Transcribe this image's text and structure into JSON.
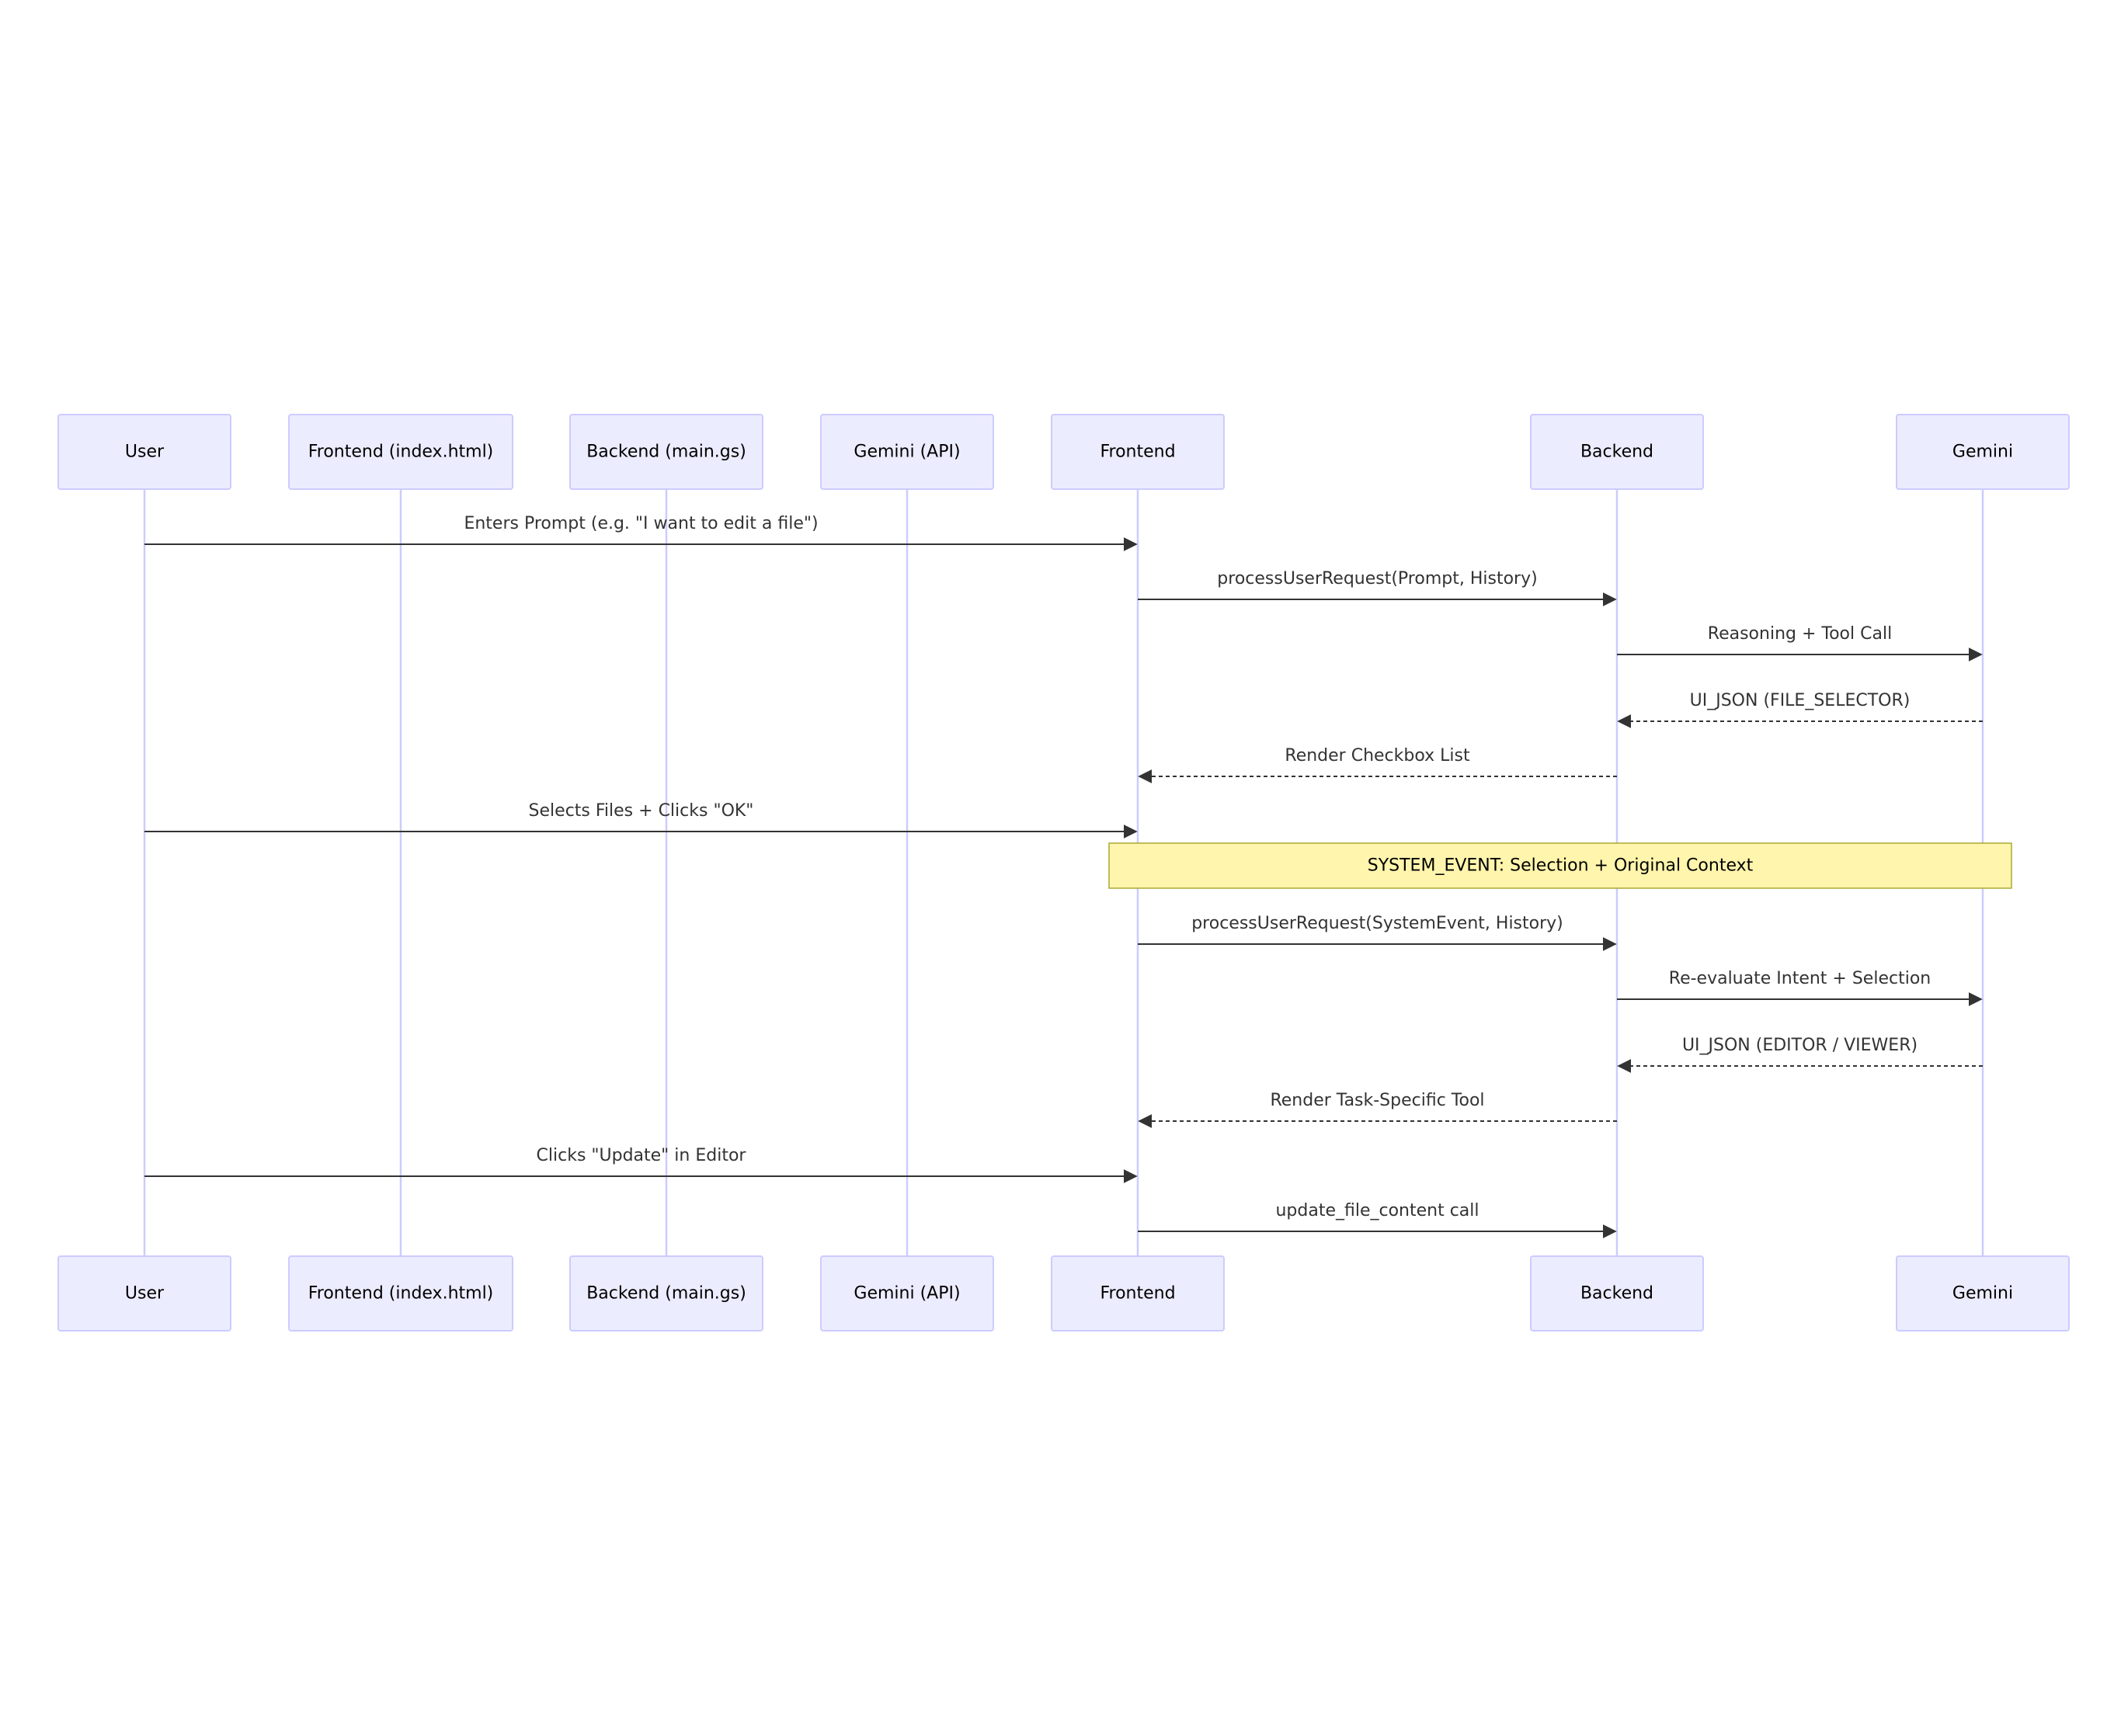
{
  "participants": [
    {
      "id": "user",
      "label": "User"
    },
    {
      "id": "frontend_index",
      "label": "Frontend (index.html)"
    },
    {
      "id": "backend_main",
      "label": "Backend (main.gs)"
    },
    {
      "id": "gemini_api",
      "label": "Gemini (API)"
    },
    {
      "id": "frontend",
      "label": "Frontend"
    },
    {
      "id": "backend",
      "label": "Backend"
    },
    {
      "id": "gemini",
      "label": "Gemini"
    }
  ],
  "messages": [
    {
      "from": "user",
      "to": "frontend",
      "text": "Enters Prompt (e.g. \"I want to edit a file\")",
      "style": "solid"
    },
    {
      "from": "frontend",
      "to": "backend",
      "text": "processUserRequest(Prompt, History)",
      "style": "solid"
    },
    {
      "from": "backend",
      "to": "gemini",
      "text": "Reasoning + Tool Call",
      "style": "solid"
    },
    {
      "from": "gemini",
      "to": "backend",
      "text": "UI_JSON (FILE_SELECTOR)",
      "style": "dashed"
    },
    {
      "from": "backend",
      "to": "frontend",
      "text": "Render Checkbox List",
      "style": "dashed"
    },
    {
      "from": "user",
      "to": "frontend",
      "text": "Selects Files + Clicks \"OK\"",
      "style": "solid"
    },
    {
      "type": "note",
      "over": [
        "frontend",
        "gemini"
      ],
      "text": "SYSTEM_EVENT: Selection + Original Context"
    },
    {
      "from": "frontend",
      "to": "backend",
      "text": "processUserRequest(SystemEvent, History)",
      "style": "solid"
    },
    {
      "from": "backend",
      "to": "gemini",
      "text": "Re-evaluate Intent + Selection",
      "style": "solid"
    },
    {
      "from": "gemini",
      "to": "backend",
      "text": "UI_JSON (EDITOR / VIEWER)",
      "style": "dashed"
    },
    {
      "from": "backend",
      "to": "frontend",
      "text": "Render Task-Specific Tool",
      "style": "dashed"
    },
    {
      "from": "user",
      "to": "frontend",
      "text": "Clicks \"Update\" in Editor",
      "style": "solid"
    },
    {
      "from": "frontend",
      "to": "backend",
      "text": "update_file_content call",
      "style": "solid"
    }
  ],
  "colors": {
    "actor_fill": "#ECECFF",
    "actor_border": "#CCCCFF",
    "lifeline": "#CCCCFF",
    "arrow": "#333333",
    "note_fill": "#FFF5AD",
    "note_border": "#AAAA33"
  }
}
